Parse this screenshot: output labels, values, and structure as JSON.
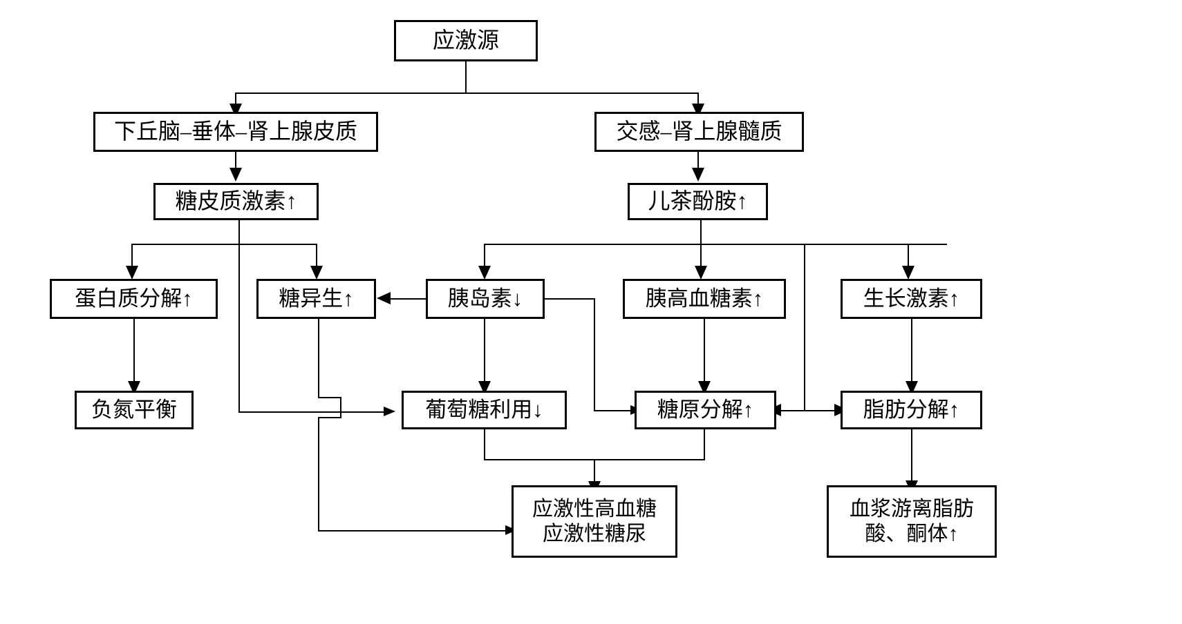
{
  "diagram": {
    "title": "",
    "language": "zh",
    "background_color": "#ffffff",
    "line_color": "#000000",
    "text_color": "#000000",
    "nodes": [
      {
        "id": "stressor",
        "label": "应激源"
      },
      {
        "id": "hpa",
        "label": "下丘脑–垂体–肾上腺皮质"
      },
      {
        "id": "sam",
        "label": "交感–肾上腺髓质"
      },
      {
        "id": "glucocorticoid",
        "label": "糖皮质激素↑"
      },
      {
        "id": "catecholamine",
        "label": "儿茶酚胺↑"
      },
      {
        "id": "protein_break",
        "label": "蛋白质分解↑"
      },
      {
        "id": "gluconeogenesis",
        "label": "糖异生↑"
      },
      {
        "id": "insulin",
        "label": "胰岛素↓"
      },
      {
        "id": "glucagon",
        "label": "胰高血糖素↑"
      },
      {
        "id": "growth_hormone",
        "label": "生长激素↑"
      },
      {
        "id": "neg_nitrogen",
        "label": "负氮平衡"
      },
      {
        "id": "glucose_use",
        "label": "葡萄糖利用↓"
      },
      {
        "id": "glycogenolysis",
        "label": "糖原分解↑"
      },
      {
        "id": "lipolysis",
        "label": "脂肪分解↑"
      },
      {
        "id": "hyperglycemia",
        "label": "应激性高血糖\n应激性糖尿"
      },
      {
        "id": "ffa_ketone",
        "label": "血浆游离脂肪\n酸、酮体↑"
      }
    ],
    "edges": [
      {
        "from": "stressor",
        "to": "hpa"
      },
      {
        "from": "stressor",
        "to": "sam"
      },
      {
        "from": "hpa",
        "to": "glucocorticoid"
      },
      {
        "from": "sam",
        "to": "catecholamine"
      },
      {
        "from": "glucocorticoid",
        "to": "protein_break"
      },
      {
        "from": "glucocorticoid",
        "to": "gluconeogenesis"
      },
      {
        "from": "glucocorticoid",
        "to": "glucose_use"
      },
      {
        "from": "catecholamine",
        "to": "insulin"
      },
      {
        "from": "catecholamine",
        "to": "glucagon"
      },
      {
        "from": "catecholamine",
        "to": "growth_hormone"
      },
      {
        "from": "catecholamine",
        "to": "glycogenolysis"
      },
      {
        "from": "catecholamine",
        "to": "lipolysis"
      },
      {
        "from": "protein_break",
        "to": "neg_nitrogen"
      },
      {
        "from": "insulin",
        "to": "gluconeogenesis"
      },
      {
        "from": "insulin",
        "to": "glucose_use"
      },
      {
        "from": "insulin",
        "to": "glycogenolysis"
      },
      {
        "from": "glucagon",
        "to": "glycogenolysis"
      },
      {
        "from": "growth_hormone",
        "to": "lipolysis"
      },
      {
        "from": "gluconeogenesis",
        "to": "hyperglycemia"
      },
      {
        "from": "glucose_use",
        "to": "hyperglycemia"
      },
      {
        "from": "glycogenolysis",
        "to": "hyperglycemia"
      },
      {
        "from": "glycogenolysis",
        "to": "lipolysis",
        "bidirectional": true
      },
      {
        "from": "lipolysis",
        "to": "ffa_ketone"
      }
    ]
  }
}
